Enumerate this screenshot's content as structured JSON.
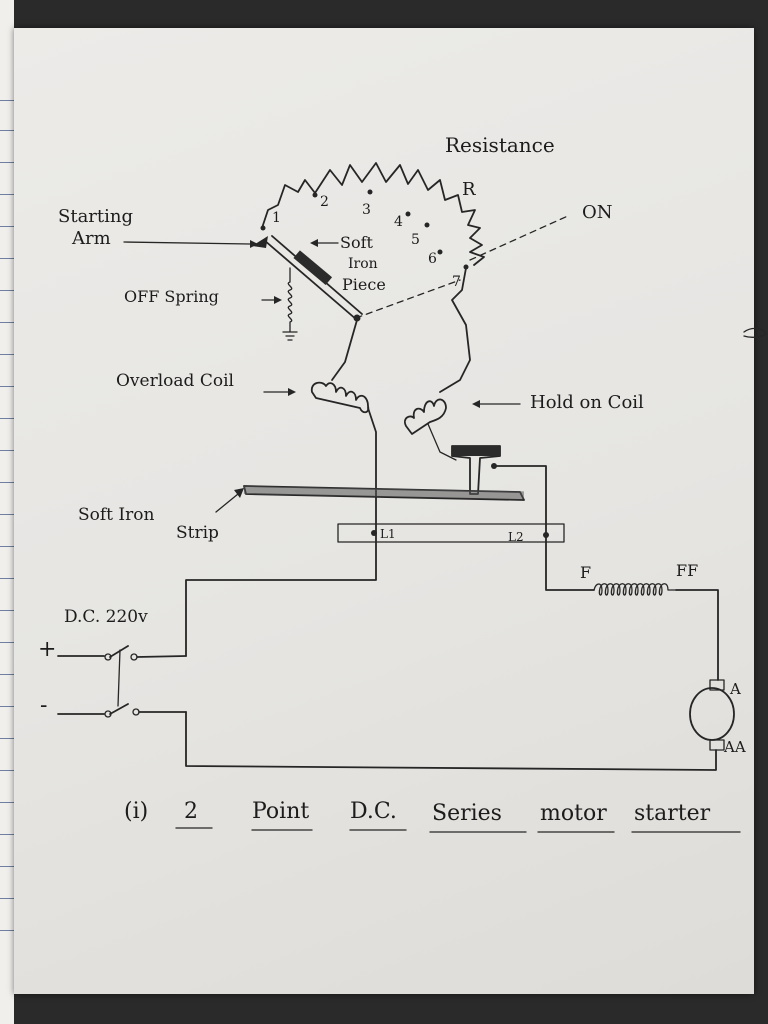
{
  "labels": {
    "resistance": "Resistance",
    "r": "R",
    "on": "ON",
    "starting_arm_1": "Starting",
    "starting_arm_2": "Arm",
    "soft_iron_piece_1": "Soft",
    "soft_iron_piece_2": "Iron",
    "soft_iron_piece_3": "Piece",
    "off_spring": "OFF Spring",
    "overload_coil": "Overload Coil",
    "hold_on_coil": "Hold on Coil",
    "soft_iron_strip_1": "Soft Iron",
    "soft_iron_strip_2": "Strip",
    "l1": "L1",
    "l2": "L2",
    "f": "F",
    "ff": "FF",
    "dc": "D.C. 220v",
    "plus": "+",
    "minus": "-",
    "a": "A",
    "aa": "AA"
  },
  "studs": [
    "1",
    "2",
    "3",
    "4",
    "5",
    "6",
    "7"
  ],
  "caption": {
    "num": "(i)",
    "w1": "2",
    "w2": "Point",
    "w3": "D.C.",
    "w4": "Series",
    "w5": "motor",
    "w6": "starter"
  },
  "colors": {
    "ink": "#262626",
    "paper": "#e8e7e4"
  }
}
